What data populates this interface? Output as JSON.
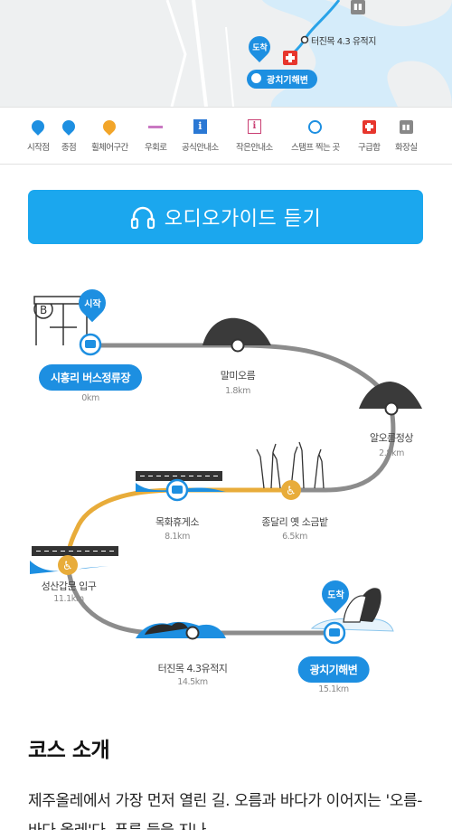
{
  "map": {
    "site_label": "터진목 4.3 유적지",
    "finish_pin": "도착",
    "finish_pill": "광치기해변"
  },
  "legend": [
    {
      "icon": "start-pin-icon",
      "label": "시작점"
    },
    {
      "icon": "end-pin-icon",
      "label": "종점"
    },
    {
      "icon": "wheelchair-icon",
      "label": "휠체어구간"
    },
    {
      "icon": "detour-line-icon",
      "label": "우회로"
    },
    {
      "icon": "info-icon",
      "label": "공식안내소"
    },
    {
      "icon": "small-info-icon",
      "label": "작은안내소"
    },
    {
      "icon": "stamp-icon",
      "label": "스탬프 찍는 곳"
    },
    {
      "icon": "first-aid-icon",
      "label": "구급함"
    },
    {
      "icon": "restroom-icon",
      "label": "화장실"
    }
  ],
  "audio_guide": {
    "label": "오디오가이드 듣기",
    "icon": "headphones-icon"
  },
  "course": {
    "start_pin": "시작",
    "end_pin": "도착",
    "stops": [
      {
        "name": "시흥리 버스정류장",
        "dist": "0km"
      },
      {
        "name": "말미오름",
        "dist": "1.8km"
      },
      {
        "name": "알오름정상",
        "dist": "2.8km"
      },
      {
        "name": "종달리 옛 소금밭",
        "dist": "6.5km"
      },
      {
        "name": "목화휴게소",
        "dist": "8.1km"
      },
      {
        "name": "성산갑문 입구",
        "dist": "11.1km"
      },
      {
        "name": "터진목 4.3유적지",
        "dist": "14.5km"
      },
      {
        "name": "광치기해변",
        "dist": "15.1km"
      }
    ]
  },
  "intro": {
    "title": "코스 소개",
    "text": "제주올레에서 가장 먼저 열린 길. 오름과 바다가 이어지는 '오름-바다 올레'다. 푸른 들을 지나"
  },
  "colors": {
    "accent": "#1ba7ee",
    "pin": "#1d8fe1",
    "route": "#888888",
    "wheelchair": "#e8ac3a"
  }
}
